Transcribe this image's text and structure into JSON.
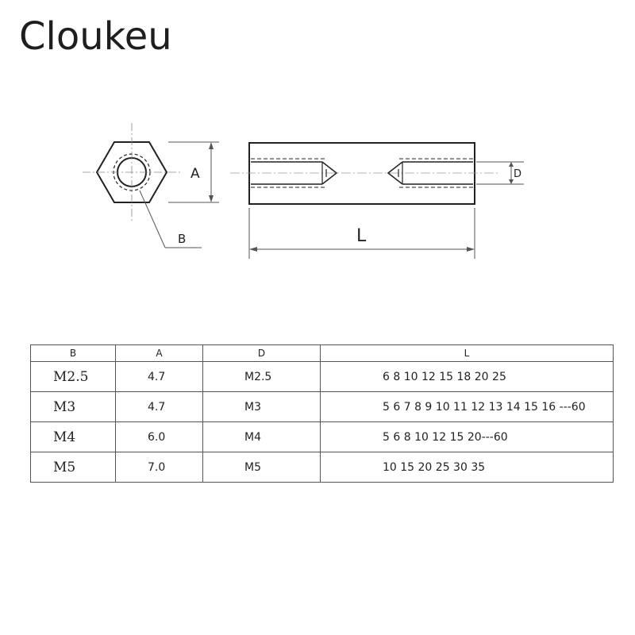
{
  "brand": "Cloukeu",
  "drawing": {
    "labels": {
      "A": "A",
      "B": "B",
      "D": "D",
      "L": "L"
    },
    "line_color": "#222222"
  },
  "table": {
    "headers": [
      "B",
      "A",
      "D",
      "L"
    ],
    "rows": [
      {
        "b": "M2.5",
        "a": "4.7",
        "d": "M2.5",
        "l": "6 8 10 12 15 18 20 25"
      },
      {
        "b": "M3",
        "a": "4.7",
        "d": "M3",
        "l": "5 6 7 8 9 10 11 12 13 14 15 16 ---60"
      },
      {
        "b": "M4",
        "a": "6.0",
        "d": "M4",
        "l": "5 6 8 10 12 15 20---60"
      },
      {
        "b": "M5",
        "a": "7.0",
        "d": "M5",
        "l": "10 15 20 25 30 35"
      }
    ]
  }
}
